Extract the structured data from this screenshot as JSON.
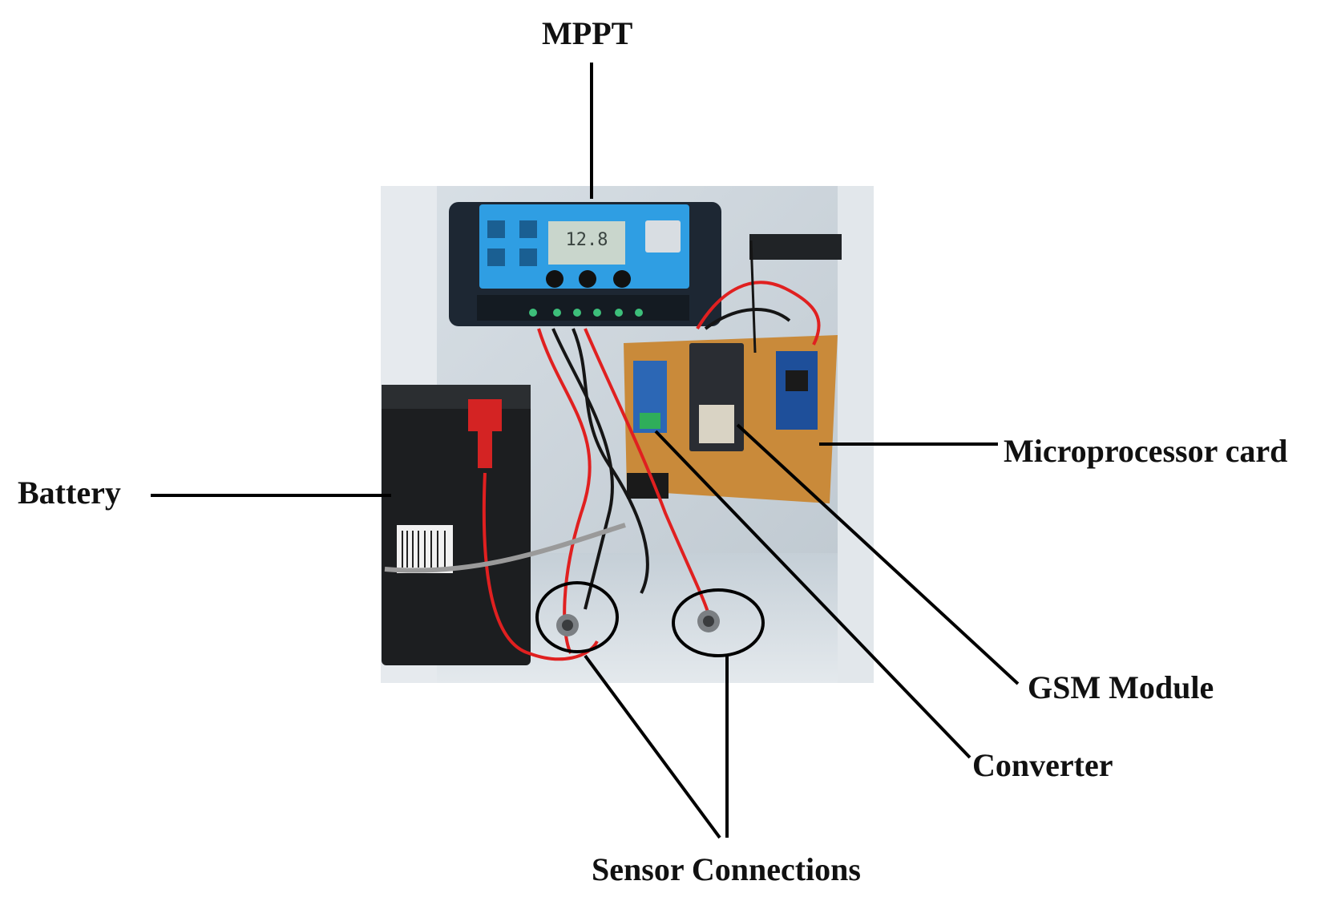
{
  "labels": {
    "mppt": "MPPT",
    "battery": "Battery",
    "microprocessor": "Microprocessor card",
    "gsm": "GSM Module",
    "converter": "Converter",
    "sensor": "Sensor Connections"
  },
  "photo": {
    "lcd_reading": "12.8"
  },
  "colors": {
    "controller_blue": "#2f9ee3",
    "controller_body": "#1d2733",
    "pcb": "#c98a3a",
    "wire_red": "#e02020",
    "wire_black": "#151515",
    "enclosure": "#cdd5dc"
  }
}
